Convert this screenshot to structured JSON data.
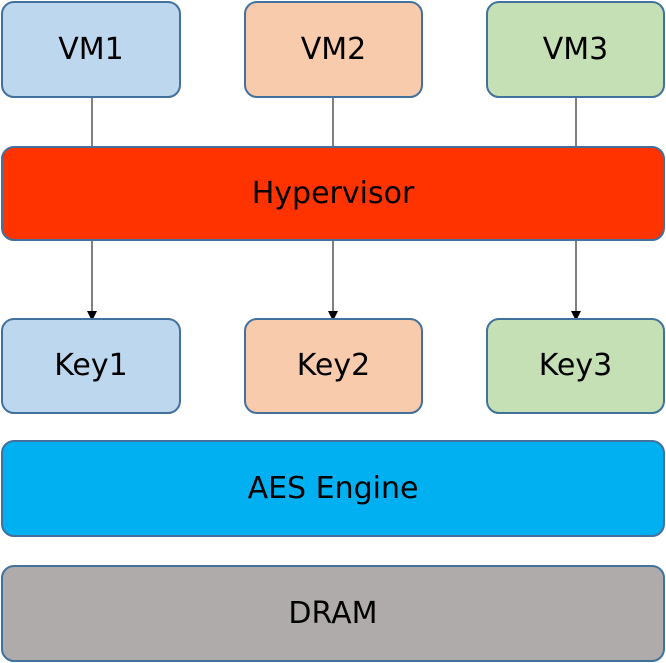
{
  "vms": [
    {
      "label": "VM1",
      "color": "#bdd7ee"
    },
    {
      "label": "VM2",
      "color": "#f8cbad"
    },
    {
      "label": "VM3",
      "color": "#c5e0b4"
    }
  ],
  "hypervisor": {
    "label": "Hypervisor",
    "color": "#ff3300"
  },
  "keys": [
    {
      "label": "Key1",
      "color": "#bdd7ee"
    },
    {
      "label": "Key2",
      "color": "#f8cbad"
    },
    {
      "label": "Key3",
      "color": "#c5e0b4"
    }
  ],
  "aes_engine": {
    "label": "AES Engine",
    "color": "#00b0f0"
  },
  "dram": {
    "label": "DRAM",
    "color": "#afabab"
  },
  "border_color": "#41719c"
}
